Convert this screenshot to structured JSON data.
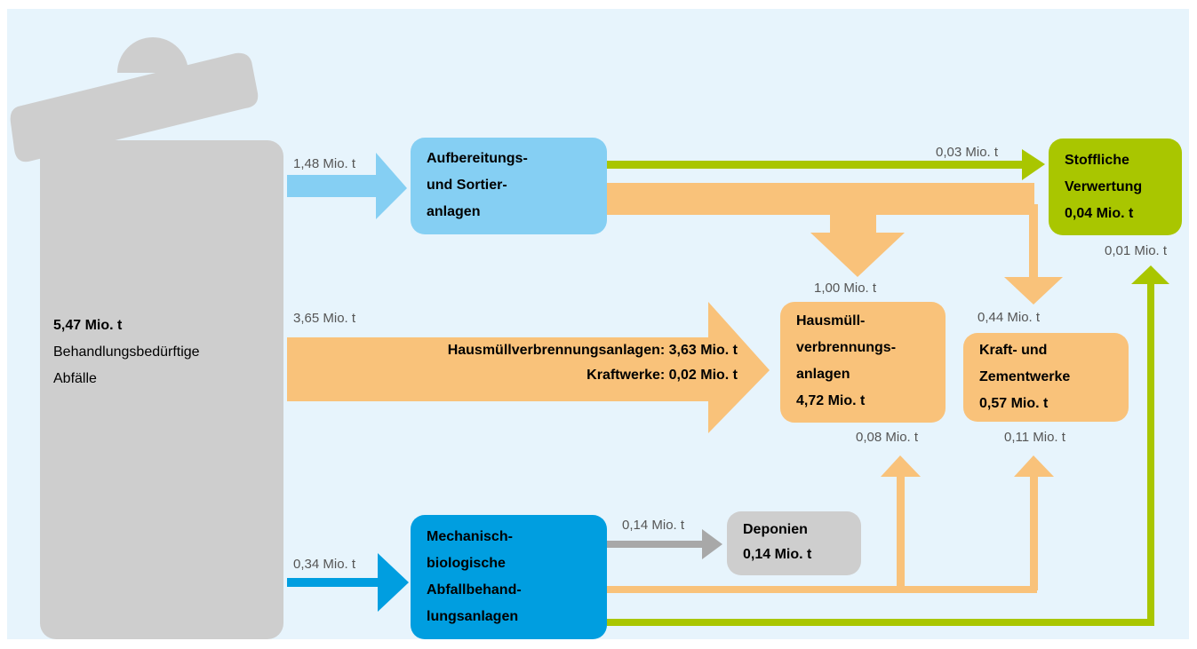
{
  "source": {
    "amount": "5,47 Mio. t",
    "label_line1": "Behandlungsbedürftige",
    "label_line2": "Abfälle"
  },
  "nodes": {
    "sorting": [
      "Aufbereitungs-",
      "und Sortier-",
      "anlagen"
    ],
    "mbt": [
      "Mechanisch-",
      "biologische",
      "Abfallbehand-",
      "lungsanlagen"
    ],
    "landfill": [
      "Deponien",
      "0,14 Mio. t"
    ],
    "incineration": [
      "Hausmüll-",
      "verbrennungs-",
      "anlagen",
      "4,72 Mio. t"
    ],
    "cement": [
      "Kraft- und",
      "Zementwerke",
      "0,57 Mio. t"
    ],
    "recycling": [
      "Stoffliche",
      "Verwertung",
      "0,04 Mio. t"
    ]
  },
  "flows": {
    "to_sorting": "1,48 Mio. t",
    "to_incineration_main": "3,65 Mio. t",
    "main_split_1": "Hausmüllverbrennungsanlagen: 3,63 Mio. t",
    "main_split_2": "Kraftwerke: 0,02 Mio. t",
    "to_mbt": "0,34 Mio. t",
    "sorting_to_recycling": "0,03 Mio. t",
    "sorting_to_incineration": "1,00 Mio. t",
    "sorting_to_cement": "0,44 Mio. t",
    "mbt_to_landfill": "0,14 Mio. t",
    "mbt_to_incineration": "0,08 Mio. t",
    "mbt_to_cement": "0,11 Mio. t",
    "mbt_to_recycling": "0,01 Mio. t"
  },
  "colors": {
    "background": "#e7f4fc",
    "bin_grey": "#cecece",
    "light_blue": "#85cff3",
    "dark_blue": "#009ee0",
    "orange": "#f9c27a",
    "green": "#a9c600",
    "grey_arrow": "#a8a8a8"
  }
}
